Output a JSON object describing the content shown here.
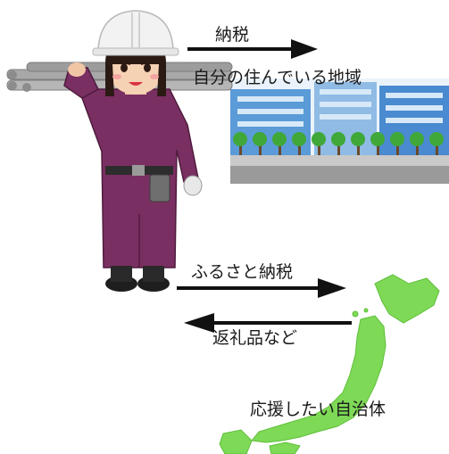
{
  "labels": {
    "tax_top": "納税",
    "local_area": "自分の住んでいる地域",
    "furusato_tax": "ふるさと納税",
    "return_gifts": "返礼品など",
    "support_municipality": "応援したい自治体"
  },
  "colors": {
    "worker_suit": "#7a2f62",
    "helmet": "#f2f2f2",
    "arrow": "#111111",
    "building_blue": "#4a90d0",
    "map_green": "#7ed957",
    "tree_green": "#3fa838"
  }
}
